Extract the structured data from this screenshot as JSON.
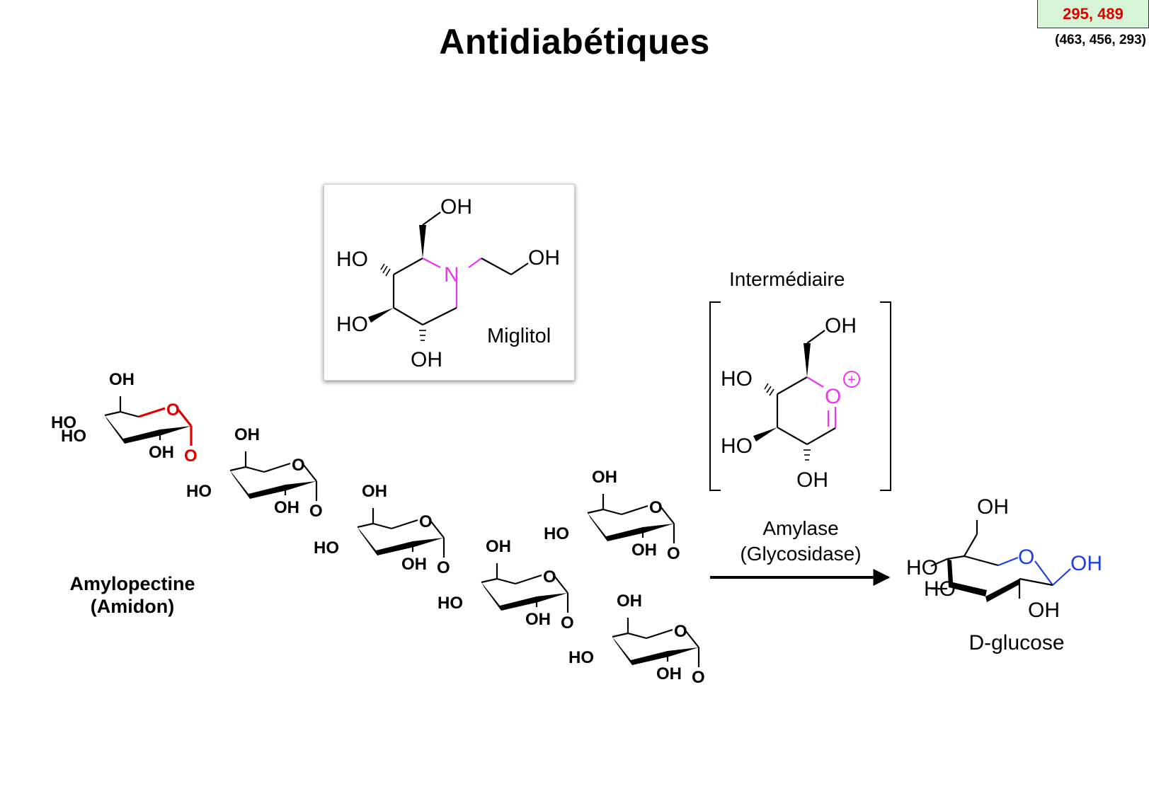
{
  "title": "Antidiabétiques",
  "page_ref": {
    "main": "295, 489",
    "sub": "(463, 456, 293)"
  },
  "colors": {
    "glycosidic_bond": "#e00000",
    "hetero_atom": "#ee33ee",
    "anomeric_oh": "#1f3fe0",
    "page_ref_bg": "#d6f5d6"
  },
  "miglitol": {
    "name": "Miglitol",
    "atoms": {
      "oh_top": "OH",
      "ho_upper": "HO",
      "n": "N",
      "oh_chain": "OH",
      "ho_lower": "HO",
      "oh_bottom": "OH"
    }
  },
  "intermediate": {
    "name": "Intermédiaire",
    "atoms": {
      "oh_top": "OH",
      "ho_upper": "HO",
      "o_plus": "O",
      "charge": "+",
      "ho_lower": "HO",
      "oh_bottom": "OH"
    }
  },
  "reaction": {
    "enzyme": "Amylase",
    "enzyme_class": "(Glycosidase)"
  },
  "product": {
    "name": "D-glucose",
    "atoms": {
      "oh_top": "OH",
      "ring_o": "O",
      "oh_anomeric": "OH",
      "ho_upper": "HO",
      "ho_lower": "HO",
      "oh_bottom": "OH"
    }
  },
  "amylopectin": {
    "name_line1": "Amylopectine",
    "name_line2": "(Amidon)",
    "oh": "OH",
    "ho": "HO",
    "o": "O"
  }
}
